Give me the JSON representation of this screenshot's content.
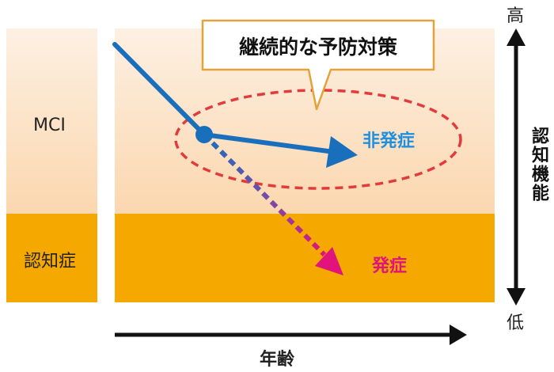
{
  "diagram": {
    "rows": {
      "mci_label": "MCI",
      "dementia_label": "認知症"
    },
    "callout": "継続的な予防対策",
    "outcomes": {
      "no_onset": "非発症",
      "onset": "発症"
    },
    "axes": {
      "x_label": "年齢",
      "y_label": "認知機能",
      "y_high": "高",
      "y_low": "低"
    },
    "colors": {
      "mci_band_top": "#fde9d6",
      "mci_band_bottom": "#fbd8b0",
      "dementia_band": "#f5a800",
      "trajectory": "#1a6fbd",
      "onset_arrow": "#e0147a",
      "dashed_ring": "#e23b3b",
      "no_onset_text": "#1f8fe0",
      "onset_text": "#e0147a"
    }
  }
}
